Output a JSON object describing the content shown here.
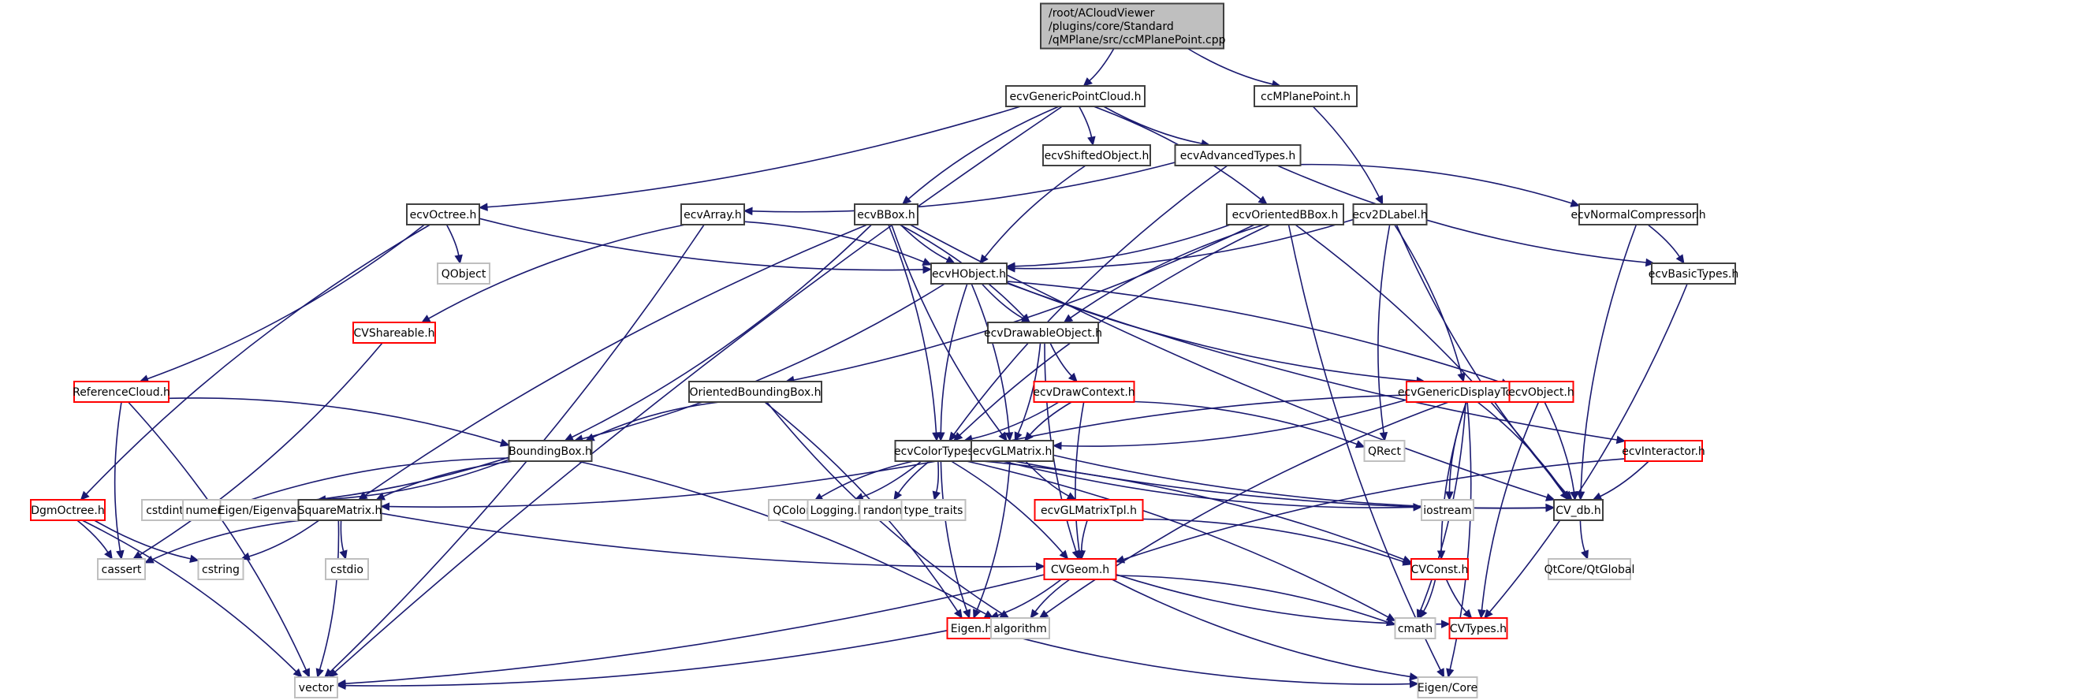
{
  "diagram": {
    "type": "include-dependency-graph",
    "colors": {
      "edge": "#191970",
      "root_fill": "#bfbfbf",
      "documented_border": "#404040",
      "undocumented_border": "#ff0000",
      "system_border": "#bfbfbf"
    },
    "nodes": [
      {
        "id": "root",
        "label": [
          "/root/ACloudViewer",
          "/plugins/core/Standard",
          "/qMPlane/src/ccMPlanePoint.cpp"
        ],
        "kind": "root"
      },
      {
        "id": "ecvGenericPointCloud",
        "label": [
          "ecvGenericPointCloud.h"
        ],
        "kind": "doc"
      },
      {
        "id": "ccMPlanePoint",
        "label": [
          "ccMPlanePoint.h"
        ],
        "kind": "doc"
      },
      {
        "id": "ecvShiftedObject",
        "label": [
          "ecvShiftedObject.h"
        ],
        "kind": "doc"
      },
      {
        "id": "ecvAdvancedTypes",
        "label": [
          "ecvAdvancedTypes.h"
        ],
        "kind": "doc"
      },
      {
        "id": "ecvOctree",
        "label": [
          "ecvOctree.h"
        ],
        "kind": "doc"
      },
      {
        "id": "ecvArray",
        "label": [
          "ecvArray.h"
        ],
        "kind": "doc"
      },
      {
        "id": "ecvBBox",
        "label": [
          "ecvBBox.h"
        ],
        "kind": "doc"
      },
      {
        "id": "ecvOrientedBBox",
        "label": [
          "ecvOrientedBBox.h"
        ],
        "kind": "doc"
      },
      {
        "id": "ecv2DLabel",
        "label": [
          "ecv2DLabel.h"
        ],
        "kind": "doc"
      },
      {
        "id": "ecvNormalCompressor",
        "label": [
          "ecvNormalCompressor.h"
        ],
        "kind": "doc"
      },
      {
        "id": "ecvBasicTypes",
        "label": [
          "ecvBasicTypes.h"
        ],
        "kind": "doc"
      },
      {
        "id": "QObject",
        "label": [
          "QObject"
        ],
        "kind": "sys"
      },
      {
        "id": "ecvHObject",
        "label": [
          "ecvHObject.h"
        ],
        "kind": "doc"
      },
      {
        "id": "CVShareable",
        "label": [
          "CVShareable.h"
        ],
        "kind": "nodoc"
      },
      {
        "id": "ecvDrawableObject",
        "label": [
          "ecvDrawableObject.h"
        ],
        "kind": "doc"
      },
      {
        "id": "ReferenceCloud",
        "label": [
          "ReferenceCloud.h"
        ],
        "kind": "nodoc"
      },
      {
        "id": "OrientedBoundingBox",
        "label": [
          "OrientedBoundingBox.h"
        ],
        "kind": "doc"
      },
      {
        "id": "ecvDrawContext",
        "label": [
          "ecvDrawContext.h"
        ],
        "kind": "nodoc"
      },
      {
        "id": "ecvGenericDisplayTools",
        "label": [
          "ecvGenericDisplayTools.h"
        ],
        "kind": "nodoc"
      },
      {
        "id": "ecvObject",
        "label": [
          "ecvObject.h"
        ],
        "kind": "nodoc"
      },
      {
        "id": "QRect",
        "label": [
          "QRect"
        ],
        "kind": "sys"
      },
      {
        "id": "ecvInteractor",
        "label": [
          "ecvInteractor.h"
        ],
        "kind": "nodoc"
      },
      {
        "id": "BoundingBox",
        "label": [
          "BoundingBox.h"
        ],
        "kind": "doc"
      },
      {
        "id": "ecvColorTypes",
        "label": [
          "ecvColorTypes.h"
        ],
        "kind": "doc"
      },
      {
        "id": "ecvGLMatrix",
        "label": [
          "ecvGLMatrix.h"
        ],
        "kind": "doc"
      },
      {
        "id": "CV_db",
        "label": [
          "CV_db.h"
        ],
        "kind": "doc"
      },
      {
        "id": "DgmOctree",
        "label": [
          "DgmOctree.h"
        ],
        "kind": "nodoc"
      },
      {
        "id": "cstdint",
        "label": [
          "cstdint"
        ],
        "kind": "sys"
      },
      {
        "id": "numeric",
        "label": [
          "numeric"
        ],
        "kind": "sys"
      },
      {
        "id": "EigenEigenvalues",
        "label": [
          "Eigen/Eigenvalues"
        ],
        "kind": "sys"
      },
      {
        "id": "SquareMatrix",
        "label": [
          "SquareMatrix.h"
        ],
        "kind": "doc"
      },
      {
        "id": "QColor",
        "label": [
          "QColor"
        ],
        "kind": "sys"
      },
      {
        "id": "Logging",
        "label": [
          "Logging.h"
        ],
        "kind": "sys"
      },
      {
        "id": "random",
        "label": [
          "random"
        ],
        "kind": "sys"
      },
      {
        "id": "type_traits",
        "label": [
          "type_traits"
        ],
        "kind": "sys"
      },
      {
        "id": "ecvGLMatrixTpl",
        "label": [
          "ecvGLMatrixTpl.h"
        ],
        "kind": "nodoc"
      },
      {
        "id": "iostream",
        "label": [
          "iostream"
        ],
        "kind": "sys"
      },
      {
        "id": "QtGlobal",
        "label": [
          "QtCore/QtGlobal"
        ],
        "kind": "sys"
      },
      {
        "id": "cassert",
        "label": [
          "cassert"
        ],
        "kind": "sys"
      },
      {
        "id": "cstring",
        "label": [
          "cstring"
        ],
        "kind": "sys"
      },
      {
        "id": "cstdio",
        "label": [
          "cstdio"
        ],
        "kind": "sys"
      },
      {
        "id": "CVGeom",
        "label": [
          "CVGeom.h"
        ],
        "kind": "nodoc"
      },
      {
        "id": "CVConst",
        "label": [
          "CVConst.h"
        ],
        "kind": "nodoc"
      },
      {
        "id": "Eigen",
        "label": [
          "Eigen.h"
        ],
        "kind": "nodoc"
      },
      {
        "id": "algorithm",
        "label": [
          "algorithm"
        ],
        "kind": "sys"
      },
      {
        "id": "cmath",
        "label": [
          "cmath"
        ],
        "kind": "sys"
      },
      {
        "id": "CVTypes",
        "label": [
          "CVTypes.h"
        ],
        "kind": "nodoc"
      },
      {
        "id": "vector",
        "label": [
          "vector"
        ],
        "kind": "sys"
      },
      {
        "id": "EigenCore",
        "label": [
          "Eigen/Core"
        ],
        "kind": "sys"
      }
    ],
    "edges": [
      [
        "root",
        "ecvGenericPointCloud"
      ],
      [
        "root",
        "ccMPlanePoint"
      ],
      [
        "ecvGenericPointCloud",
        "ecvShiftedObject"
      ],
      [
        "ecvGenericPointCloud",
        "ecvAdvancedTypes"
      ],
      [
        "ecvGenericPointCloud",
        "ecvOctree"
      ],
      [
        "ecvGenericPointCloud",
        "ecvBBox"
      ],
      [
        "ecvGenericPointCloud",
        "ecvOrientedBBox"
      ],
      [
        "ecvGenericPointCloud",
        "vector"
      ],
      [
        "ccMPlanePoint",
        "ecv2DLabel"
      ],
      [
        "ecvShiftedObject",
        "ecvHObject"
      ],
      [
        "ecvAdvancedTypes",
        "ecvArray"
      ],
      [
        "ecvAdvancedTypes",
        "ecvColorTypes"
      ],
      [
        "ecvAdvancedTypes",
        "ecvNormalCompressor"
      ],
      [
        "ecvAdvancedTypes",
        "ecvBasicTypes"
      ],
      [
        "ecvOctree",
        "QObject"
      ],
      [
        "ecvOctree",
        "ecvHObject"
      ],
      [
        "ecvOctree",
        "ReferenceCloud"
      ],
      [
        "ecvOctree",
        "DgmOctree"
      ],
      [
        "ecvArray",
        "ecvHObject"
      ],
      [
        "ecvArray",
        "CVShareable"
      ],
      [
        "ecvArray",
        "vector"
      ],
      [
        "ecvBBox",
        "ecvHObject"
      ],
      [
        "ecvBBox",
        "BoundingBox"
      ],
      [
        "ecvBBox",
        "SquareMatrix"
      ],
      [
        "ecvBBox",
        "ecvColorTypes"
      ],
      [
        "ecvBBox",
        "ecvGLMatrix"
      ],
      [
        "ecvBBox",
        "ecvDrawableObject"
      ],
      [
        "ecvBBox",
        "CV_db"
      ],
      [
        "ecvOrientedBBox",
        "ecvHObject"
      ],
      [
        "ecvOrientedBBox",
        "ecvDrawableObject"
      ],
      [
        "ecvOrientedBBox",
        "OrientedBoundingBox"
      ],
      [
        "ecvOrientedBBox",
        "ecvColorTypes"
      ],
      [
        "ecvOrientedBBox",
        "CV_db"
      ],
      [
        "ecvOrientedBBox",
        "EigenCore"
      ],
      [
        "ecv2DLabel",
        "ecvHObject"
      ],
      [
        "ecv2DLabel",
        "QRect"
      ],
      [
        "ecv2DLabel",
        "ecvGenericDisplayTools"
      ],
      [
        "ecv2DLabel",
        "CV_db"
      ],
      [
        "ecvNormalCompressor",
        "ecvBasicTypes"
      ],
      [
        "ecvNormalCompressor",
        "CV_db"
      ],
      [
        "ecvBasicTypes",
        "CVTypes"
      ],
      [
        "ecvHObject",
        "ecvDrawableObject"
      ],
      [
        "ecvHObject",
        "ecvObject"
      ],
      [
        "ecvHObject",
        "ecvGenericDisplayTools"
      ],
      [
        "ecvHObject",
        "BoundingBox"
      ],
      [
        "ecvHObject",
        "ecvColorTypes"
      ],
      [
        "ecvHObject",
        "ecvGLMatrix"
      ],
      [
        "ecvHObject",
        "ecvInteractor"
      ],
      [
        "CVShareable",
        "cassert"
      ],
      [
        "ecvDrawableObject",
        "ecvDrawContext"
      ],
      [
        "ecvDrawableObject",
        "ecvGLMatrix"
      ],
      [
        "ecvDrawableObject",
        "CVGeom"
      ],
      [
        "ReferenceCloud",
        "BoundingBox"
      ],
      [
        "ReferenceCloud",
        "cassert"
      ],
      [
        "ReferenceCloud",
        "vector"
      ],
      [
        "OrientedBoundingBox",
        "BoundingBox"
      ],
      [
        "OrientedBoundingBox",
        "Eigen"
      ],
      [
        "OrientedBoundingBox",
        "algorithm"
      ],
      [
        "ecvDrawContext",
        "ecvColorTypes"
      ],
      [
        "ecvDrawContext",
        "ecvGLMatrix"
      ],
      [
        "ecvDrawContext",
        "QRect"
      ],
      [
        "ecvDrawContext",
        "CVGeom"
      ],
      [
        "ecvGenericDisplayTools",
        "ecvGLMatrix"
      ],
      [
        "ecvGenericDisplayTools",
        "iostream"
      ],
      [
        "ecvGenericDisplayTools",
        "CV_db"
      ],
      [
        "ecvGenericDisplayTools",
        "CVConst"
      ],
      [
        "ecvGenericDisplayTools",
        "cmath"
      ],
      [
        "ecvGenericDisplayTools",
        "algorithm"
      ],
      [
        "ecvGenericDisplayTools",
        "EigenCore"
      ],
      [
        "ecvObject",
        "ecvColorTypes"
      ],
      [
        "ecvObject",
        "CV_db"
      ],
      [
        "ecvObject",
        "CVTypes"
      ],
      [
        "ecvInteractor",
        "CV_db"
      ],
      [
        "ecvInteractor",
        "CVGeom"
      ],
      [
        "BoundingBox",
        "cstdint"
      ],
      [
        "BoundingBox",
        "numeric"
      ],
      [
        "BoundingBox",
        "EigenEigenvalues"
      ],
      [
        "BoundingBox",
        "SquareMatrix"
      ],
      [
        "BoundingBox",
        "algorithm"
      ],
      [
        "ecvColorTypes",
        "QColor"
      ],
      [
        "ecvColorTypes",
        "Logging"
      ],
      [
        "ecvColorTypes",
        "random"
      ],
      [
        "ecvColorTypes",
        "type_traits"
      ],
      [
        "ecvColorTypes",
        "CV_db"
      ],
      [
        "ecvColorTypes",
        "CVGeom"
      ],
      [
        "ecvColorTypes",
        "Eigen"
      ],
      [
        "ecvColorTypes",
        "CVConst"
      ],
      [
        "ecvColorTypes",
        "iostream"
      ],
      [
        "ecvColorTypes",
        "cmath"
      ],
      [
        "ecvGLMatrix",
        "ecvGLMatrixTpl"
      ],
      [
        "ecvGLMatrix",
        "Eigen"
      ],
      [
        "ecvGLMatrix",
        "CV_db"
      ],
      [
        "ecvGLMatrix",
        "SquareMatrix"
      ],
      [
        "ecvGLMatrixTpl",
        "CVGeom"
      ],
      [
        "ecvGLMatrixTpl",
        "CVConst"
      ],
      [
        "CV_db",
        "QtGlobal"
      ],
      [
        "DgmOctree",
        "cassert"
      ],
      [
        "DgmOctree",
        "cstring"
      ],
      [
        "DgmOctree",
        "vector"
      ],
      [
        "SquareMatrix",
        "cassert"
      ],
      [
        "SquareMatrix",
        "cstring"
      ],
      [
        "SquareMatrix",
        "cstdio"
      ],
      [
        "SquareMatrix",
        "vector"
      ],
      [
        "SquareMatrix",
        "CVGeom"
      ],
      [
        "CVGeom",
        "Eigen"
      ],
      [
        "CVGeom",
        "algorithm"
      ],
      [
        "CVGeom",
        "cmath"
      ],
      [
        "CVGeom",
        "CVTypes"
      ],
      [
        "CVGeom",
        "vector"
      ],
      [
        "CVGeom",
        "EigenCore"
      ],
      [
        "CVConst",
        "cmath"
      ],
      [
        "CVConst",
        "CVTypes"
      ],
      [
        "Eigen",
        "vector"
      ],
      [
        "Eigen",
        "EigenCore"
      ]
    ]
  }
}
